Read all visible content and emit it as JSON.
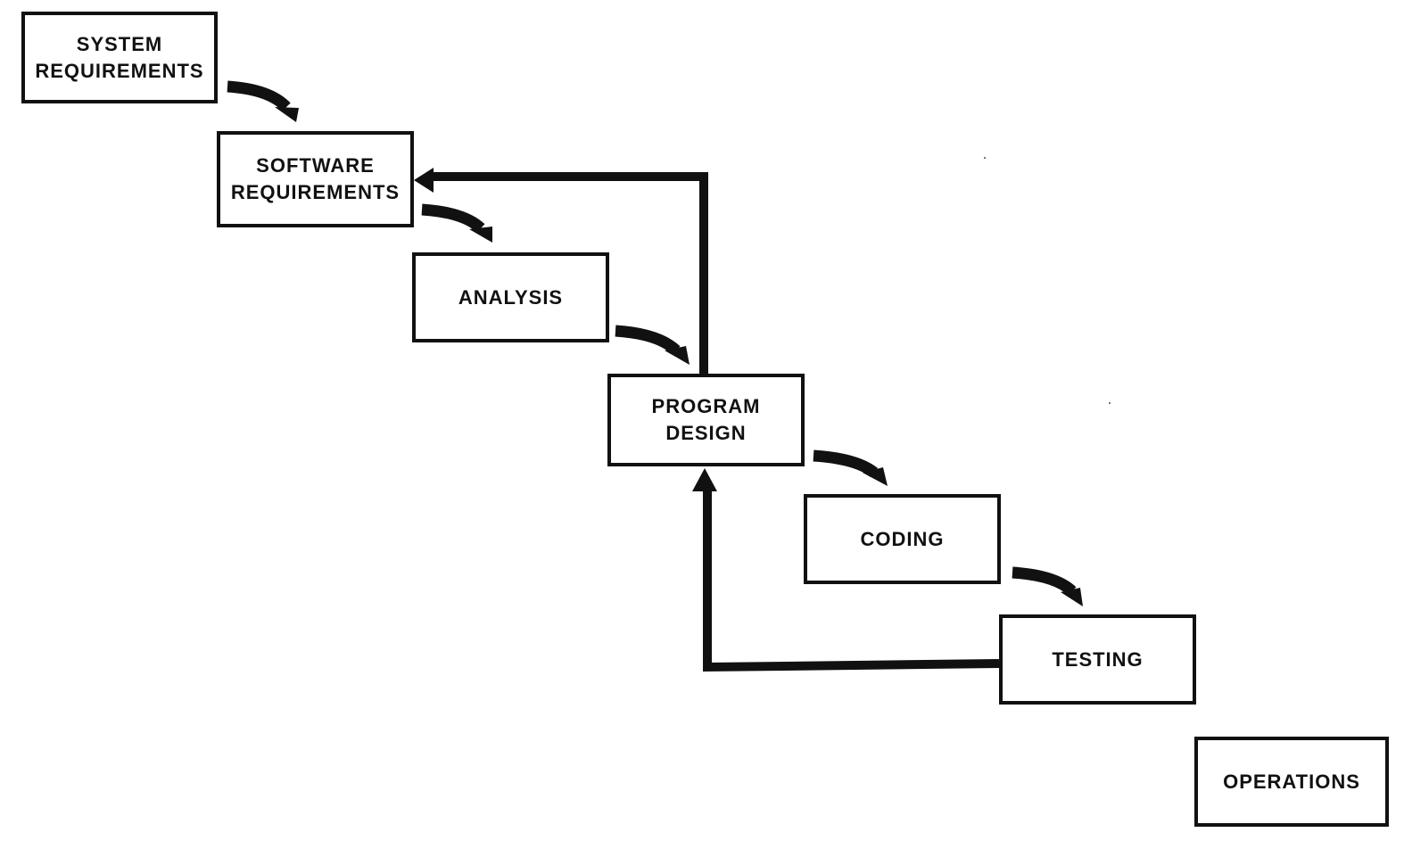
{
  "stages": [
    {
      "id": "system",
      "lines": [
        "SYSTEM",
        "REQUIREMENTS"
      ]
    },
    {
      "id": "software",
      "lines": [
        "SOFTWARE",
        "REQUIREMENTS"
      ]
    },
    {
      "id": "analysis",
      "lines": [
        "ANALYSIS"
      ]
    },
    {
      "id": "design",
      "lines": [
        "PROGRAM",
        "DESIGN"
      ]
    },
    {
      "id": "coding",
      "lines": [
        "CODING"
      ]
    },
    {
      "id": "testing",
      "lines": [
        "TESTING"
      ]
    },
    {
      "id": "operations",
      "lines": [
        "OPERATIONS"
      ]
    }
  ],
  "colors": {
    "ink": "#111111",
    "background": "#ffffff"
  }
}
